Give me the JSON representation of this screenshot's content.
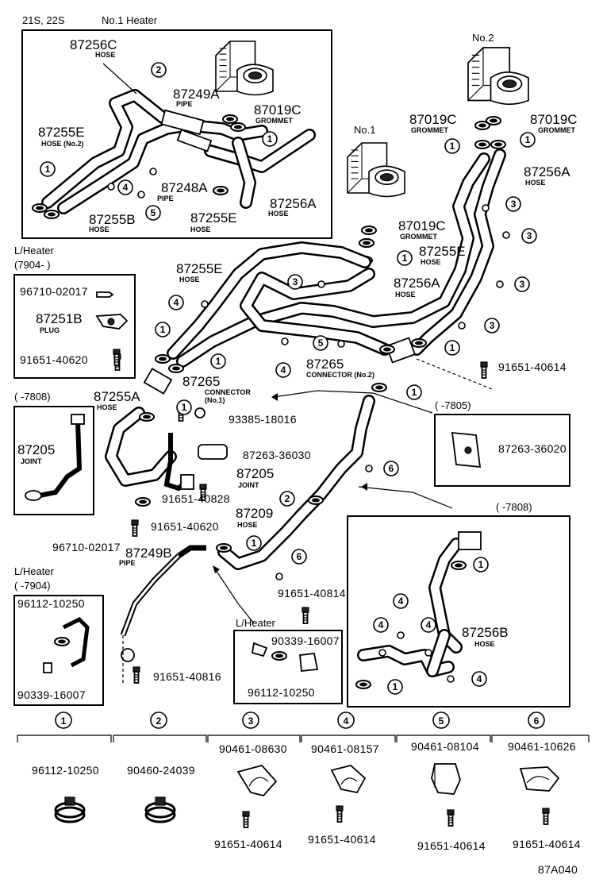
{
  "header": {
    "models": "21S, 22S",
    "no1_heater": "No.1 Heater",
    "no2": "No.2",
    "no1": "No.1"
  },
  "footer_code": "87A040",
  "parts": {
    "p87256C": "87256C",
    "p87256C_desc": "HOSE",
    "p87249A": "87249A",
    "p87249A_desc": "PIPE",
    "p87019C_a": "87019C",
    "p87019C_a_desc": "GROMMET",
    "p87255E_a": "87255E",
    "p87255E_a_desc": "HOSE (No.2)",
    "p87248A": "87248A",
    "p87248A_desc": "PIPE",
    "p87255B": "87255B",
    "p87255B_desc": "HOSE",
    "p87255E_b": "87255E",
    "p87255E_b_desc": "HOSE",
    "p87256A_a": "87256A",
    "p87256A_a_desc": "HOSE",
    "p87019C_b": "87019C",
    "p87019C_b_desc": "GROMMET",
    "p87019C_c": "87019C",
    "p87019C_c_desc": "GROMMET",
    "p87256A_b": "87256A",
    "p87256A_b_desc": "HOSE",
    "p87019C_d": "87019C",
    "p87019C_d_desc": "GROMMET",
    "p87255E_c": "87255E",
    "p87255E_c_desc": "HOSE",
    "p87255E_d": "87255E",
    "p87255E_d_desc": "HOSE",
    "p87256A_c": "87256A",
    "p87256A_c_desc": "HOSE",
    "p87265_a": "87265",
    "p87265_a_desc": "CONNECTOR (No.2)",
    "p87265_b": "87265",
    "p87265_b_desc": "CONNECTOR",
    "p87265_b_desc2": "(No.1)",
    "p87255A": "87255A",
    "p87255A_desc": "HOSE",
    "p93385": "93385-18016",
    "p87263a": "87263-36030",
    "p87205_a": "87205",
    "p87205_a_desc": "JOINT",
    "p87205_b": "87205",
    "p87205_b_desc": "JOINT",
    "p91651_40828": "91651-40828",
    "p91651_40620": "91651-40620",
    "p87209": "87209",
    "p87209_desc": "HOSE",
    "p96710_b": "96710-02017",
    "p87249B": "87249B",
    "p87249B_desc": "PIPE",
    "p91651_40814": "91651-40814",
    "p91651_40816": "91651-40816",
    "p91651_40614_a": "91651-40614",
    "p87263b": "87263-36020",
    "p87256B": "87256B",
    "p87256B_desc": "HOSE"
  },
  "lheater_box1": {
    "title": "L/Heater",
    "range": "(7904-          )",
    "p1": "96710-02017",
    "p2": "87251B",
    "p2_desc": "PLUG",
    "p3": "91651-40620"
  },
  "box7808a": {
    "range": "(       -7808)"
  },
  "box7805": {
    "range": "(       -7805)"
  },
  "box7808b": {
    "range": "(       -7808)"
  },
  "lheater_box2": {
    "title": "L/Heater",
    "range": "(       -7904)",
    "p1": "96112-10250",
    "p2": "90339-16007"
  },
  "lheater_box3": {
    "title": "L/Heater",
    "p1": "90339-16007",
    "p2": "96112-10250"
  },
  "legend": [
    {
      "num": "1",
      "part": "96112-10250",
      "bolt": ""
    },
    {
      "num": "2",
      "part": "90460-24039",
      "bolt": ""
    },
    {
      "num": "3",
      "part": "90461-08630",
      "bolt": "91651-40614"
    },
    {
      "num": "4",
      "part": "90461-08157",
      "bolt": "91651-40614"
    },
    {
      "num": "5",
      "part": "90461-08104",
      "bolt": "91651-40614"
    },
    {
      "num": "6",
      "part": "90461-10626",
      "bolt": "91651-40614"
    }
  ],
  "callouts": [
    "1",
    "2",
    "3",
    "4",
    "5",
    "6"
  ]
}
